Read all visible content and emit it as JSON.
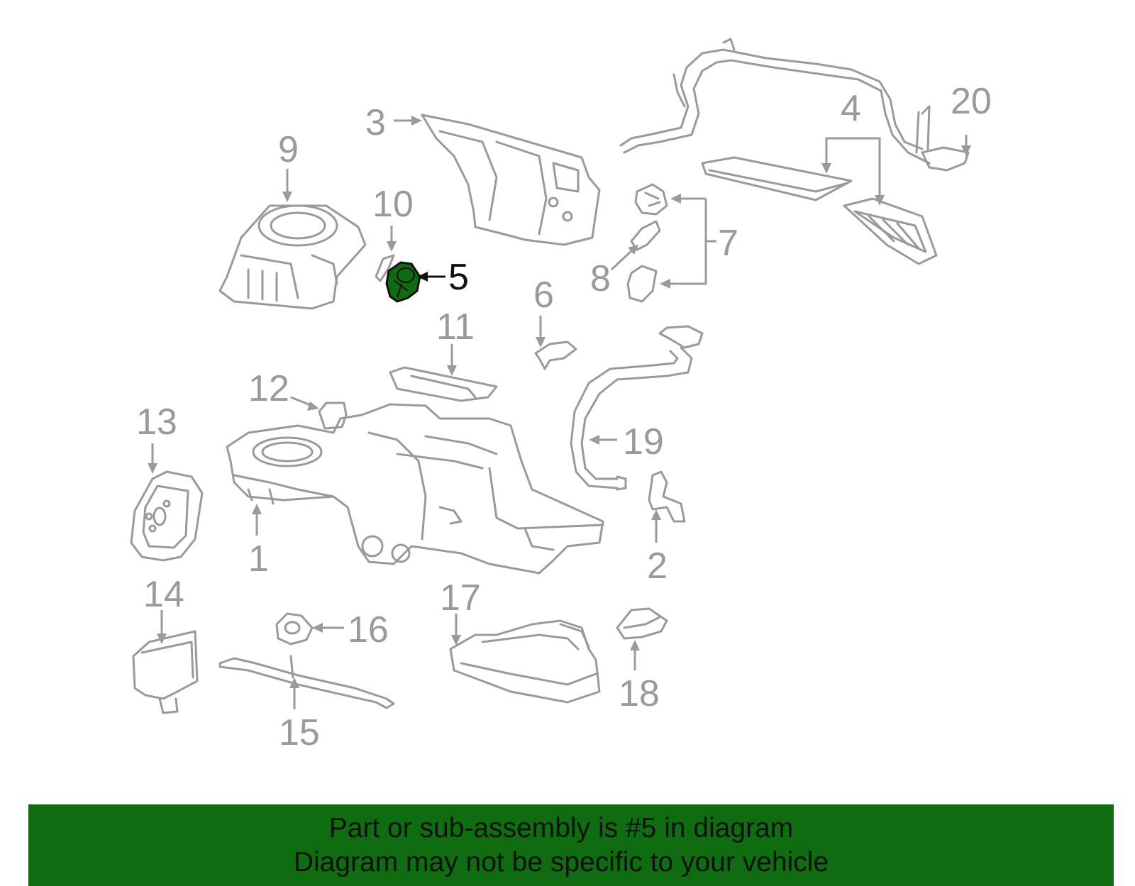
{
  "diagram": {
    "highlight_color": "#106c10",
    "line_color": "#9a9a9a",
    "callouts": [
      {
        "id": "1",
        "label": "1"
      },
      {
        "id": "2",
        "label": "2"
      },
      {
        "id": "3",
        "label": "3"
      },
      {
        "id": "4",
        "label": "4"
      },
      {
        "id": "5",
        "label": "5",
        "highlighted": true
      },
      {
        "id": "6",
        "label": "6"
      },
      {
        "id": "7",
        "label": "7"
      },
      {
        "id": "8",
        "label": "8"
      },
      {
        "id": "9",
        "label": "9"
      },
      {
        "id": "10",
        "label": "10"
      },
      {
        "id": "11",
        "label": "11"
      },
      {
        "id": "12",
        "label": "12"
      },
      {
        "id": "13",
        "label": "13"
      },
      {
        "id": "14",
        "label": "14"
      },
      {
        "id": "15",
        "label": "15"
      },
      {
        "id": "16",
        "label": "16"
      },
      {
        "id": "17",
        "label": "17"
      },
      {
        "id": "18",
        "label": "18"
      },
      {
        "id": "19",
        "label": "19"
      },
      {
        "id": "20",
        "label": "20"
      }
    ]
  },
  "banner": {
    "background": "#106c10",
    "line1": "Part or sub-assembly is #5 in diagram",
    "line2": "Diagram may not be specific to your vehicle"
  }
}
